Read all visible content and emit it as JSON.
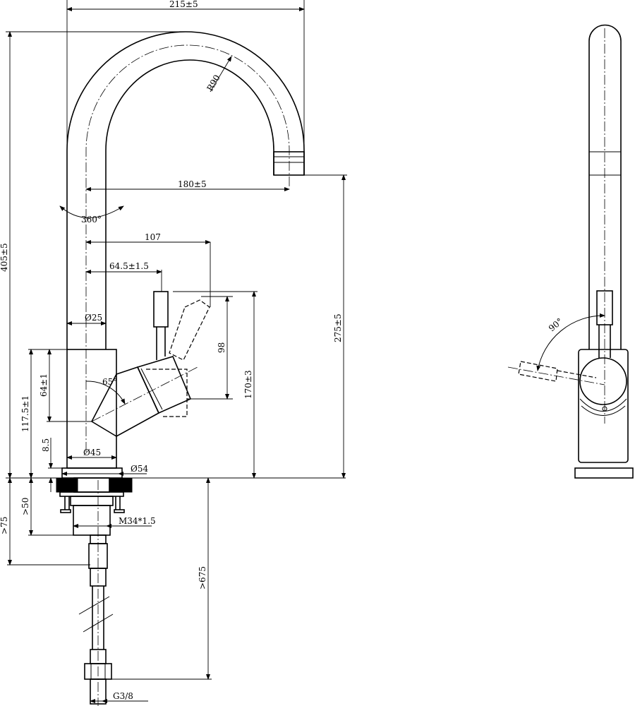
{
  "front_view": {
    "dims": {
      "spout_reach": "215±5",
      "bend_radius": "R90",
      "outlet_reach": "180±5",
      "rotation": "360°",
      "handle_reach": "107",
      "handle_offset": "64.5±1.5",
      "tube_diameter": "Ø25",
      "handle_angle": "65°",
      "handle_height": "98",
      "body_height": "170±3",
      "handle_axis_height": "64±1",
      "body_total": "117.5±1",
      "base_height": "8.5",
      "body_diameter": "Ø45",
      "base_diameter": "Ø54",
      "total_height": "405±5",
      "outlet_height": "275±5",
      "min_counter": ">50",
      "min_depth": ">75",
      "thread": "M34*1.5",
      "hose_length": ">675",
      "hose_thread": "G3/8"
    }
  },
  "side_view": {
    "dims": {
      "lever_angle": "90°"
    }
  }
}
